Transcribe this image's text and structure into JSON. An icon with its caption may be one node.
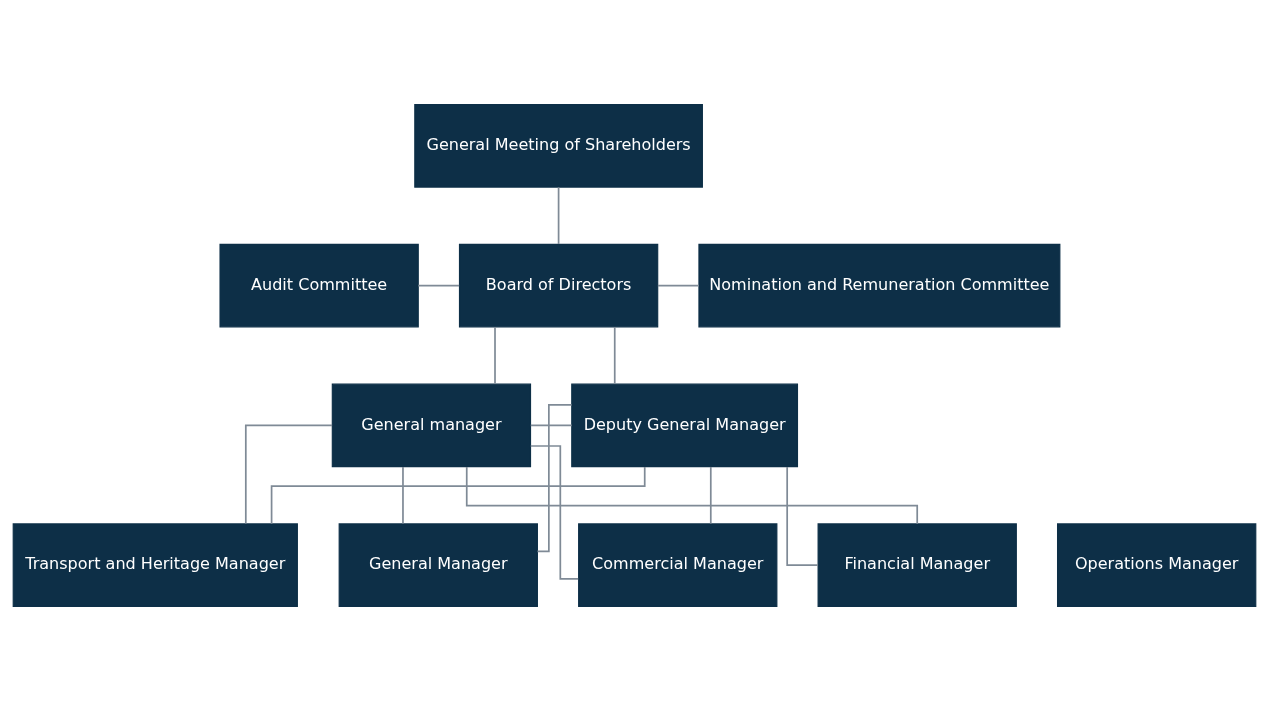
{
  "diagram": {
    "nodes": [
      {
        "text": [
          "General Meeting of Shareholders"
        ]
      },
      {
        "text": [
          "Audit Committee"
        ]
      },
      {
        "text": [
          "Board of Directors"
        ]
      },
      {
        "text": [
          "Nomination and Remuneration Committee"
        ]
      },
      {
        "text": [
          "General manager"
        ]
      },
      {
        "text": [
          "Deputy General Manager"
        ]
      },
      {
        "text": [
          "Commercial Manager"
        ]
      },
      {
        "text": [
          "Financial Manager"
        ]
      },
      {
        "text": [
          "Operations Manager"
        ]
      },
      {
        "text": [
          "Transport and Heritage Manager"
        ]
      },
      {
        "text": [
          "General Manager"
        ]
      }
    ],
    "edges": [
      {
        "from": 0,
        "to": 2,
        "arrow": "none"
      },
      {
        "from": 1,
        "to": 2,
        "arrow": "none"
      },
      {
        "from": 2,
        "to": 3,
        "arrow": "none"
      },
      {
        "from": 2,
        "to": 4,
        "arrow": "none"
      },
      {
        "from": 2,
        "to": 5,
        "arrow": "none"
      },
      {
        "from": 4,
        "to": 5,
        "arrow": "none"
      },
      {
        "from": 4,
        "to": 6,
        "arrow": "none"
      },
      {
        "from": 4,
        "to": 7,
        "arrow": "none"
      },
      {
        "from": 4,
        "to": 9,
        "arrow": "none"
      },
      {
        "from": 4,
        "to": 10,
        "arrow": "none"
      },
      {
        "from": 5,
        "to": 6,
        "arrow": "none"
      },
      {
        "from": 5,
        "to": 7,
        "arrow": "none"
      },
      {
        "from": 5,
        "to": 9,
        "arrow": "none"
      },
      {
        "from": 5,
        "to": 10,
        "arrow": "none"
      }
    ]
  }
}
